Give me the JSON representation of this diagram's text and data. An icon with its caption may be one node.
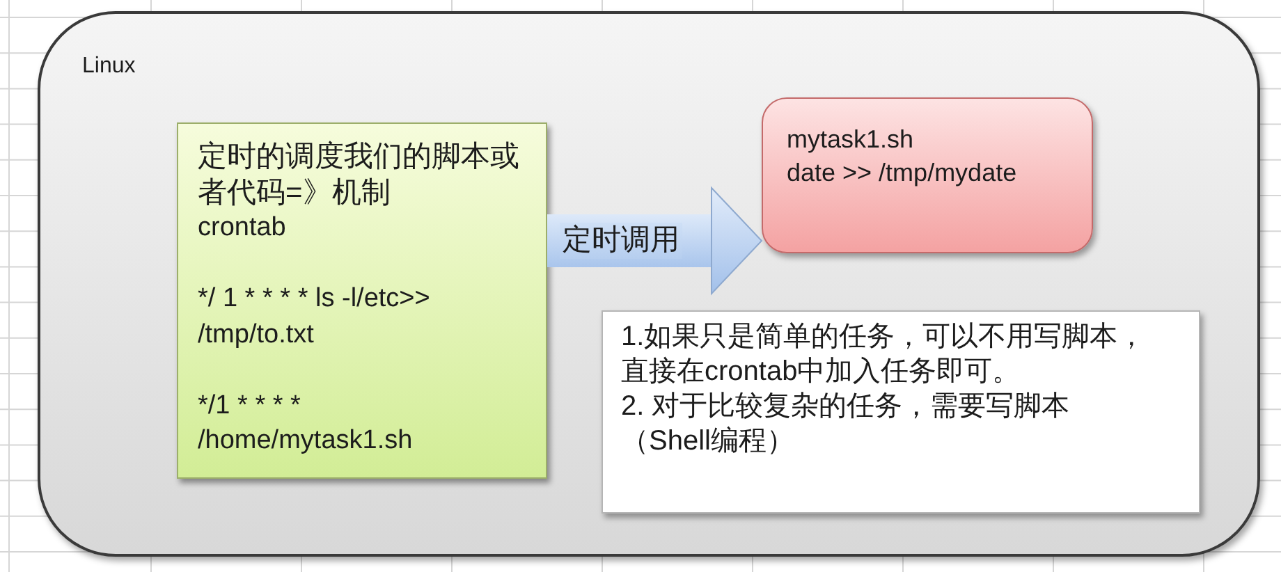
{
  "diagram": {
    "nodes": [
      {
        "text": [
          "Linux"
        ]
      },
      {
        "text": [
          "定时的调度我们的脚本或者代码=》机制",
          "crontab",
          "*/ 1 * * * * ls -l/etc>> /tmp/to.txt",
          "*/1 * * * * /home/mytask1.sh"
        ],
        "in": 0
      },
      {
        "text": [
          "mytask1.sh",
          "date >> /tmp/mydate"
        ],
        "in": 0
      },
      {
        "text": [
          "1.如果只是简单的任务，可以不用写脚本，直接在crontab中加入任务即可。",
          "2. 对于比较复杂的任务，需要写脚本（Shell编程）"
        ],
        "in": 0
      }
    ],
    "edges": [
      {
        "from": 1,
        "to": 2,
        "arrow": "to",
        "label": "定时调用"
      }
    ]
  }
}
